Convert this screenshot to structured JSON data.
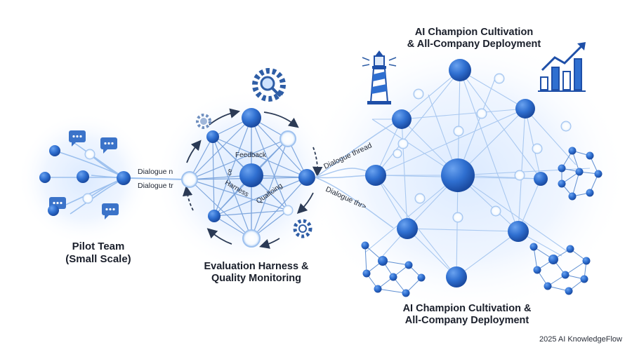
{
  "stages": {
    "pilot": {
      "title_line1": "Pilot Team",
      "title_line2": "(Small Scale)"
    },
    "evaluation": {
      "title_line1": "Evaluation Harness &",
      "title_line2": "Quality Monitoring",
      "inner_labels": [
        "Feedback",
        "Harness",
        "Qualtoing",
        "ce"
      ]
    },
    "champion_top": {
      "title_line1": "AI Champion Cultivation",
      "title_line2": "& All-Company Deployment"
    },
    "champion_bottom": {
      "title_line1": "AI Champion Cultivation &",
      "title_line2": "All-Company Deployment"
    }
  },
  "connectors": {
    "pilot_to_eval": [
      "Dialogue n",
      "Dialogue tr"
    ],
    "eval_to_champion": [
      "Dialogue thread",
      "Dialogue thr>"
    ]
  },
  "icons": [
    "chat-bubble-icon",
    "gear-icon",
    "magnifier-gear-icon",
    "lighthouse-icon",
    "growth-chart-icon"
  ],
  "footer": {
    "credit": "2025 AI KnowledgeFlow"
  },
  "colors": {
    "node": "#2f6fd0",
    "node_dark": "#1e4fa8",
    "glow": "#cfe3ff",
    "line": "#8fb4e6"
  }
}
